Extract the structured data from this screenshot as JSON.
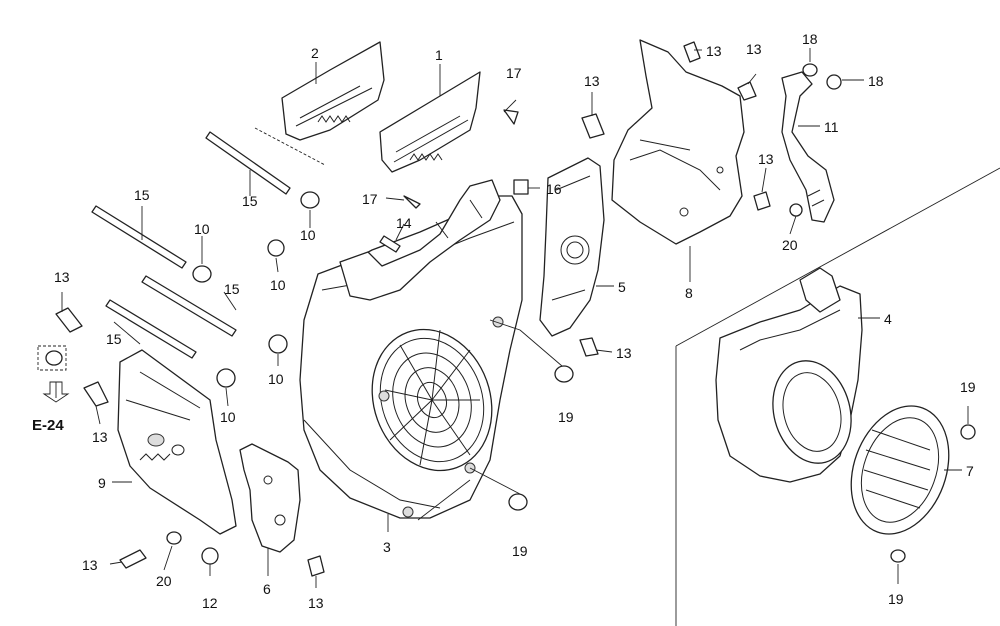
{
  "callouts": [
    {
      "id": "c1",
      "label": "1"
    },
    {
      "id": "c2",
      "label": "2"
    },
    {
      "id": "c3",
      "label": "3"
    },
    {
      "id": "c4",
      "label": "4"
    },
    {
      "id": "c5",
      "label": "5"
    },
    {
      "id": "c6",
      "label": "6"
    },
    {
      "id": "c7",
      "label": "7"
    },
    {
      "id": "c8",
      "label": "8"
    },
    {
      "id": "c9",
      "label": "9"
    },
    {
      "id": "c10a",
      "label": "10"
    },
    {
      "id": "c10b",
      "label": "10"
    },
    {
      "id": "c10c",
      "label": "10"
    },
    {
      "id": "c10d",
      "label": "10"
    },
    {
      "id": "c10e",
      "label": "10"
    },
    {
      "id": "c11",
      "label": "11"
    },
    {
      "id": "c12",
      "label": "12"
    },
    {
      "id": "c13a",
      "label": "13"
    },
    {
      "id": "c13b",
      "label": "13"
    },
    {
      "id": "c13c",
      "label": "13"
    },
    {
      "id": "c13d",
      "label": "13"
    },
    {
      "id": "c13e",
      "label": "13"
    },
    {
      "id": "c13f",
      "label": "13"
    },
    {
      "id": "c13g",
      "label": "13"
    },
    {
      "id": "c13h",
      "label": "13"
    },
    {
      "id": "c13i",
      "label": "13"
    },
    {
      "id": "c14",
      "label": "14"
    },
    {
      "id": "c15a",
      "label": "15"
    },
    {
      "id": "c15b",
      "label": "15"
    },
    {
      "id": "c15c",
      "label": "15"
    },
    {
      "id": "c15d",
      "label": "15"
    },
    {
      "id": "c16",
      "label": "16"
    },
    {
      "id": "c17a",
      "label": "17"
    },
    {
      "id": "c17b",
      "label": "17"
    },
    {
      "id": "c18a",
      "label": "18"
    },
    {
      "id": "c18b",
      "label": "18"
    },
    {
      "id": "c19a",
      "label": "19"
    },
    {
      "id": "c19b",
      "label": "19"
    },
    {
      "id": "c19c",
      "label": "19"
    },
    {
      "id": "c19d",
      "label": "19"
    },
    {
      "id": "c20a",
      "label": "20"
    },
    {
      "id": "c20b",
      "label": "20"
    }
  ],
  "reference": {
    "label": "E-24"
  }
}
